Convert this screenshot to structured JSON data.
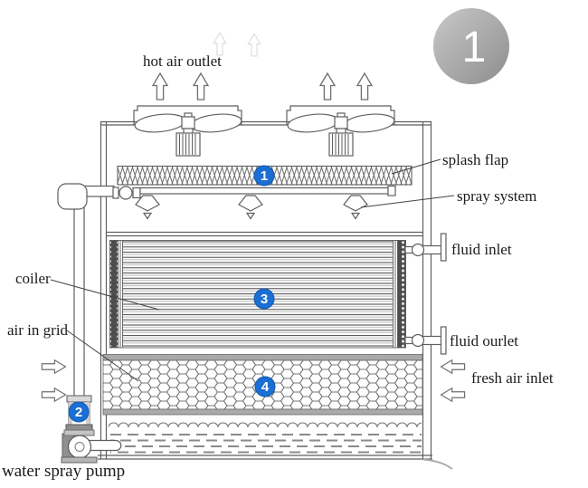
{
  "figure_badge": "1",
  "colors": {
    "badge_blue": "#1b6ed3",
    "circle_gray_light": "#c8c8c8",
    "circle_gray_dark": "#8d8d8d",
    "line_gray": "#5f5f5f"
  },
  "labels": {
    "hot_air_outlet": "hot air outlet",
    "splash_flap": "splash flap",
    "spray_system": "spray system",
    "fluid_inlet": "fluid inlet",
    "coiler": "coiler",
    "air_in_grid": "air in grid",
    "fluid_outlet": "fluid ourlet",
    "fresh_air_inlet": "fresh air inlet",
    "water_spray_pump": "water spray pump"
  },
  "part_badges": {
    "splash_flap": "1",
    "water_spray_pump": "2",
    "coiler": "3",
    "air_in_grid": "4"
  }
}
